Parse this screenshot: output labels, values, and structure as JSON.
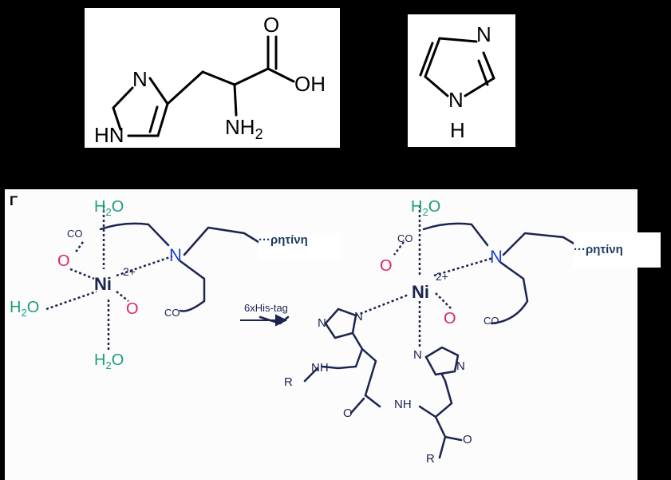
{
  "histidine": {
    "atoms": {
      "n_ring": "N",
      "hn_ring": "HN",
      "o_carbonyl": "O",
      "oh": "OH",
      "nh2": "NH",
      "nh2_sub": "2"
    }
  },
  "imidazole": {
    "atoms": {
      "n_top": "N",
      "n_bottom": "N",
      "h_bottom": "H"
    }
  },
  "panel_g": {
    "label": "Γ",
    "arrow_label": "6xHis-tag",
    "left_complex": {
      "h2o_top": "H",
      "h2o_top_sub": "2",
      "h2o_top_o": "O",
      "h2o_left": "H",
      "h2o_left_sub": "2",
      "h2o_left_o": "O",
      "h2o_bottom": "H",
      "h2o_bottom_sub": "2",
      "h2o_bottom_o": "O",
      "metal": "Ni",
      "charge": "2+",
      "n": "N",
      "co_top": "CO",
      "co_bottom": "CO",
      "o_top": "O",
      "o_bottom": "O",
      "protein_tag": "···ρητίνη"
    },
    "right_complex": {
      "h2o_top": "H",
      "h2o_top_sub": "2",
      "h2o_top_o": "O",
      "metal": "Ni",
      "charge": "2+",
      "n": "N",
      "co_top": "CO",
      "co_bottom": "CO",
      "o_top": "O",
      "o_bottom": "O",
      "protein_tag": "···ρητίνη",
      "his_ring1_n_top": "N",
      "his_ring1_n_left": "N",
      "his_ring2_n_top": "N",
      "his_ring2_n_right": "N",
      "nh_left": "N",
      "nh_left_h": "H",
      "nh_mid": "NH",
      "o_amide": "O",
      "o_end": "O",
      "r_left": "R",
      "r_bottom": "R"
    }
  },
  "colors": {
    "navy": "#1c2450",
    "teal": "#1a9e7a",
    "red": "#e0245e",
    "blue": "#1d3fcf"
  }
}
